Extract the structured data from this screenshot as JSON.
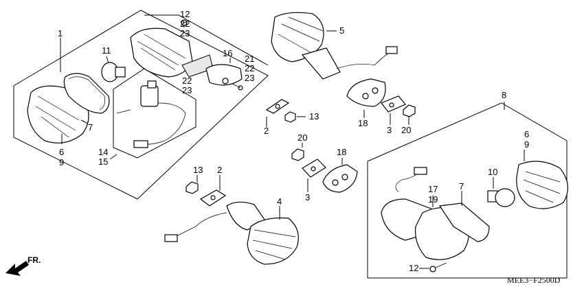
{
  "diagram": {
    "drawing_code": "MEE3−F2500D",
    "direction_label": "FR.",
    "callouts": {
      "c1": "1",
      "c5": "5",
      "c11": "11",
      "c12a": "12",
      "c22a": "22",
      "c23a": "23",
      "c16": "16",
      "c21": "21",
      "c22b": "22",
      "c23b": "23",
      "c22c": "22",
      "c23c": "23",
      "c7a": "7",
      "c6a": "6",
      "c9a": "9",
      "c14": "14",
      "c15": "15",
      "c2a": "2",
      "c13a": "13",
      "c18a": "18",
      "c3a": "3",
      "c20a": "20",
      "c8": "8",
      "c6b": "6",
      "c9b": "9",
      "c20b": "20",
      "c18b": "18",
      "c13b": "13",
      "c2b": "2",
      "c3b": "3",
      "c4": "4",
      "c10": "10",
      "c17": "17",
      "c19": "19",
      "c7b": "7",
      "c12b": "12"
    }
  }
}
